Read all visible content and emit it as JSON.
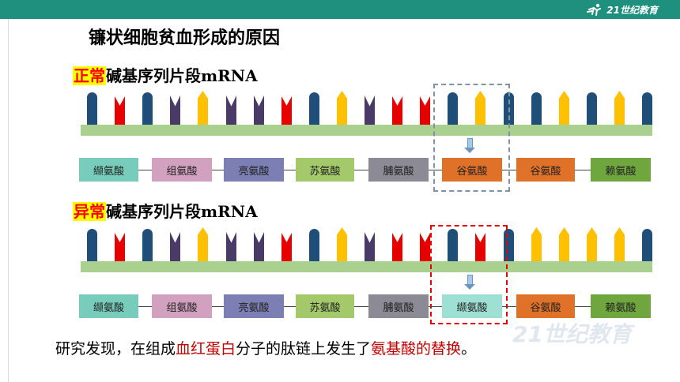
{
  "header": {
    "logo_text": "21世纪教育",
    "color": "#1f8f7e"
  },
  "title": "镰状细胞贫血形成的原因",
  "normal": {
    "tag": "正常",
    "label": "碱基序列片段mRNA",
    "bases": [
      "U",
      "C",
      "U",
      "G",
      "A",
      "G",
      "G",
      "C",
      "U",
      "A",
      "G",
      "C",
      "C",
      "U",
      "A",
      "U",
      "U",
      "A",
      "U",
      "A",
      "U"
    ],
    "amino_acids": [
      {
        "name": "缬氨酸",
        "color": "#77ccbb"
      },
      {
        "name": "组氨酸",
        "color": "#d3a1c0"
      },
      {
        "name": "亮氨酸",
        "color": "#7c7fb3"
      },
      {
        "name": "苏氨酸",
        "color": "#a3c96b"
      },
      {
        "name": "脯氨酸",
        "color": "#8c8a94"
      },
      {
        "name": "谷氨酸",
        "color": "#e07128"
      },
      {
        "name": "谷氨酸",
        "color": "#e07128"
      },
      {
        "name": "赖氨酸",
        "color": "#6fa63e"
      }
    ]
  },
  "abnormal": {
    "tag": "异常",
    "label": "碱基序列片段mRNA",
    "bases": [
      "U",
      "C",
      "U",
      "G",
      "A",
      "G",
      "G",
      "C",
      "U",
      "A",
      "G",
      "C",
      "C",
      "U",
      "C",
      "U",
      "A",
      "A",
      "A",
      "A",
      "U"
    ],
    "amino_acids": [
      {
        "name": "缬氨酸",
        "color": "#77ccbb"
      },
      {
        "name": "组氨酸",
        "color": "#d3a1c0"
      },
      {
        "name": "亮氨酸",
        "color": "#7c7fb3"
      },
      {
        "name": "苏氨酸",
        "color": "#a3c96b"
      },
      {
        "name": "脯氨酸",
        "color": "#8c8a94"
      },
      {
        "name": "缬氨酸",
        "color": "#9fe0d4"
      },
      {
        "name": "谷氨酸",
        "color": "#e07128"
      },
      {
        "name": "赖氨酸",
        "color": "#6fa63e"
      }
    ]
  },
  "footer": {
    "part1": "研究发现，在组成",
    "part2": "血红蛋白",
    "part3": "分子的肽链上发生了",
    "part4": "氨基酸的替换",
    "part5": "。"
  },
  "watermark": "21世纪教育"
}
